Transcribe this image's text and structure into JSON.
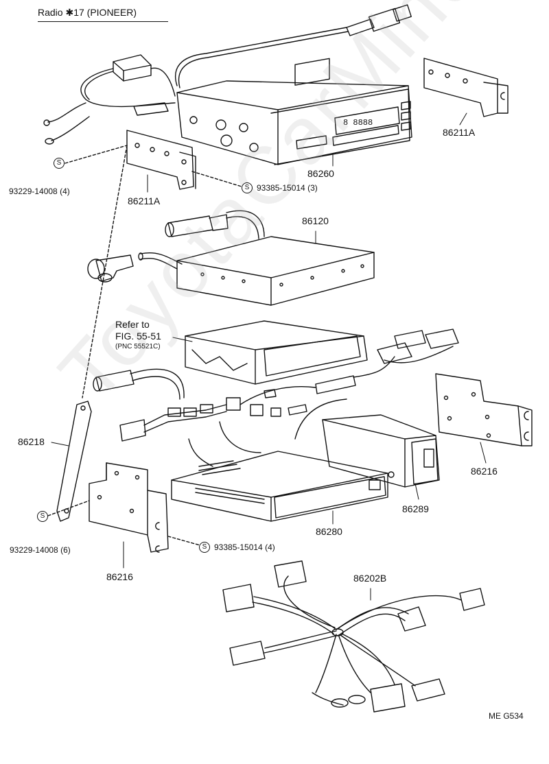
{
  "title": "Radio ✱17 (PIONEER)",
  "watermark": "ToyotaCarMine.ru",
  "footer_code": "ME G534",
  "s_symbol": "S",
  "parts": {
    "p86260": "86260",
    "p86211A_right": "86211A",
    "p86211A_left": "86211A",
    "p86120": "86120",
    "p86218": "86218",
    "p86216_right": "86216",
    "p86289": "86289",
    "p86280": "86280",
    "p86216_left": "86216",
    "p86202B": "86202B"
  },
  "fasteners": {
    "screw_top_left": "93229-14008 (4)",
    "bolt_top": "93385-15014 (3)",
    "screw_bottom_left": "93229-14008 (6)",
    "bolt_bottom": "93385-15014 (4)"
  },
  "reference": {
    "line1": "Refer to",
    "line2": "FIG. 55-51",
    "line3": "(PNC 55521C)"
  },
  "colors": {
    "ink": "#111111",
    "paper": "#ffffff",
    "watermark": "#b4b4b4"
  }
}
